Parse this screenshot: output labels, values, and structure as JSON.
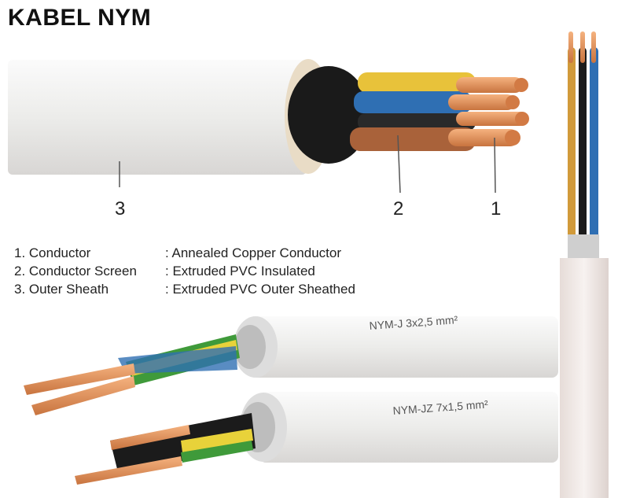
{
  "title": "KABEL NYM",
  "callouts": {
    "n1": "1",
    "n2": "2",
    "n3": "3"
  },
  "legend": [
    {
      "label": "1. Conductor",
      "value": ": Annealed Copper Conductor"
    },
    {
      "label": "2. Conductor Screen",
      "value": ": Extruded PVC Insulated"
    },
    {
      "label": "3. Outer Sheath",
      "value": ": Extruded PVC Outer Sheathed"
    }
  ],
  "cables": {
    "top_print": "NYM-J   3x2,5 mm²",
    "bottom_print": "NYM-JZ   7x1,5 mm²"
  },
  "colors": {
    "sheath": "#f2f0ee",
    "copper": "#e0915a",
    "yellow": "#e8c23a",
    "blue": "#2f6fb3",
    "brown": "#a9623a",
    "black": "#1b1b1b",
    "green": "#3f9a3a"
  }
}
